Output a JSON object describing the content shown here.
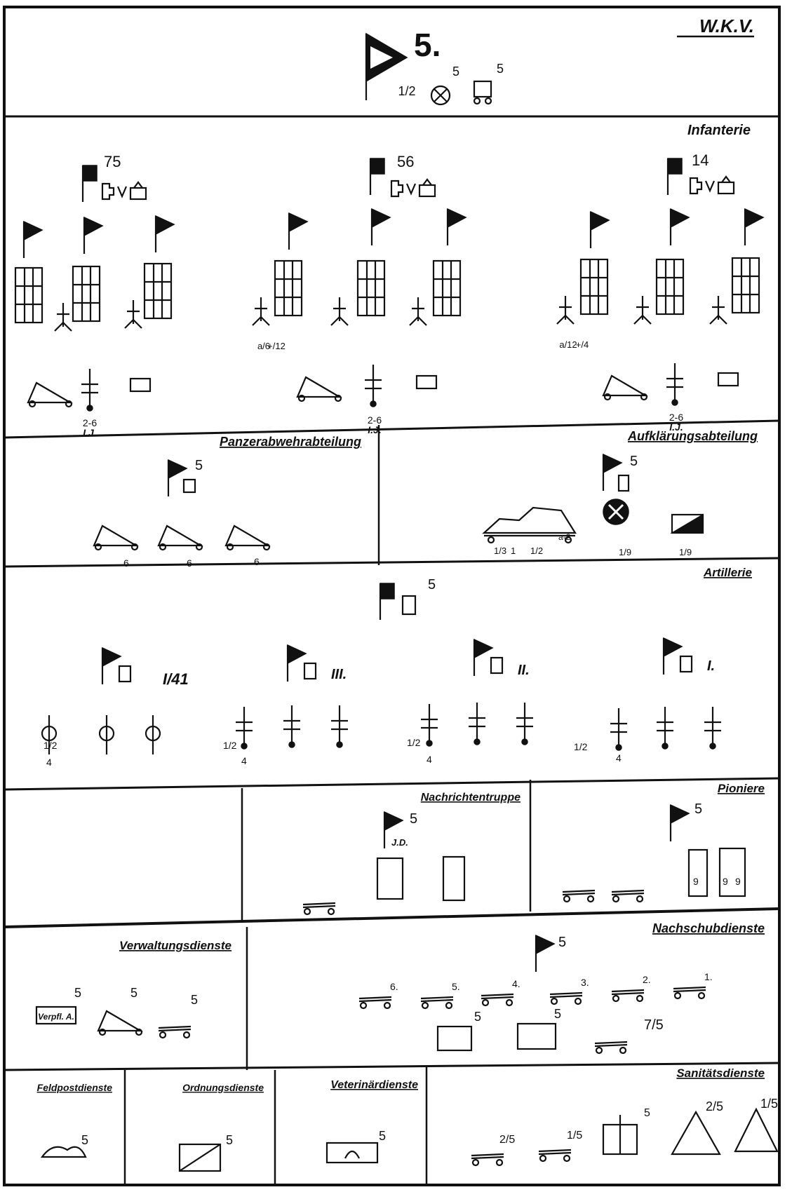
{
  "header": {
    "code": "W.K.V.",
    "division_number": "5.",
    "staff_marks": [
      "1/2",
      "5",
      "5"
    ]
  },
  "sections": {
    "infanterie": {
      "title": "Infanterie",
      "regiments": [
        "75",
        "56",
        "14"
      ],
      "inf_gun_marks": [
        "2-6",
        "I.J."
      ],
      "fractions": [
        "a/6",
        "+/12",
        "a/12",
        "+/4"
      ]
    },
    "panzerabwehr": {
      "title": "Panzerabwehrabteilung",
      "number": "5",
      "marks": [
        "6",
        "6",
        "6"
      ]
    },
    "aufklaerung": {
      "title": "Aufklärungsabteilung",
      "number": "5",
      "marks": [
        "1/3",
        "1",
        "1/2",
        "a-2",
        "1/9",
        "1/9"
      ]
    },
    "artillerie": {
      "title": "Artillerie",
      "number": "5",
      "battalions": [
        "I/41",
        "III.",
        "II.",
        "I."
      ],
      "marks": [
        "1/2",
        "4"
      ]
    },
    "nachrichten": {
      "title": "Nachrichtentruppe",
      "number": "5",
      "mark": "J.D."
    },
    "pioniere": {
      "title": "Pioniere",
      "number": "5",
      "marks": [
        "9",
        "9",
        "9"
      ]
    },
    "verwaltung": {
      "title": "Verwaltungsdienste",
      "items": [
        "Verpfl. A.",
        "5",
        "5",
        "5"
      ]
    },
    "nachschub": {
      "title": "Nachschubdienste",
      "number": "5",
      "columns": [
        "6.",
        "5.",
        "4.",
        "3.",
        "2.",
        "1."
      ],
      "extra": [
        "5",
        "5",
        "7/5"
      ]
    },
    "feldpost": {
      "title": "Feldpostdienste",
      "number": "5"
    },
    "ordnung": {
      "title": "Ordnungsdienste",
      "number": "5"
    },
    "veterinaer": {
      "title": "Veterinärdienste",
      "number": "5"
    },
    "sanitaet": {
      "title": "Sanitätsdienste",
      "marks": [
        "2/5",
        "1/5",
        "5",
        "2/5",
        "1/5"
      ]
    }
  }
}
